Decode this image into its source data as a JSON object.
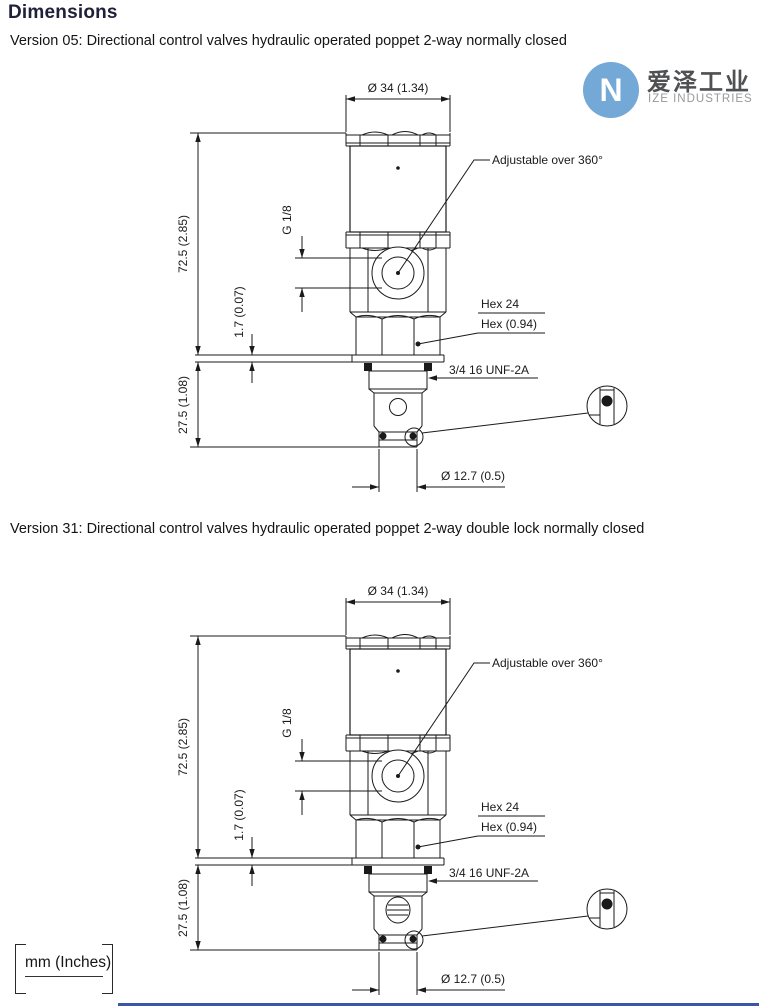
{
  "page": {
    "title": "Dimensions",
    "line_color": "#1a1a1a",
    "footer_rule_color": "#3a57a7"
  },
  "logo": {
    "cn": "爱泽工业",
    "en": "IZE INDUSTRIES",
    "glyph": "N",
    "circle_color": "#74a8d6"
  },
  "sections": [
    {
      "id": "05",
      "heading": "Version 05: Directional control valves hydraulic operated poppet 2-way normally closed",
      "variant": "port-hole"
    },
    {
      "id": "31",
      "heading": "Version 31: Directional control valves hydraulic operated poppet 2-way double lock normally closed",
      "variant": "slotted-screw"
    }
  ],
  "drawing": {
    "labels": {
      "top_diameter": "Ø 34 (1.34)",
      "adjustable": "Adjustable over 360°",
      "port_thread": "G 1/8",
      "overall_height": "72.5 (2.85)",
      "seat_offset": "1.7 (0.07)",
      "hex_size_mm": "Hex 24",
      "hex_size_in": "Hex (0.94)",
      "mounting_thread": "3/4 16 UNF-2A",
      "cartridge_depth": "27.5 (1.08)",
      "nose_diameter": "Ø 12.7 (0.5)"
    }
  },
  "units_note": "mm (Inches)"
}
